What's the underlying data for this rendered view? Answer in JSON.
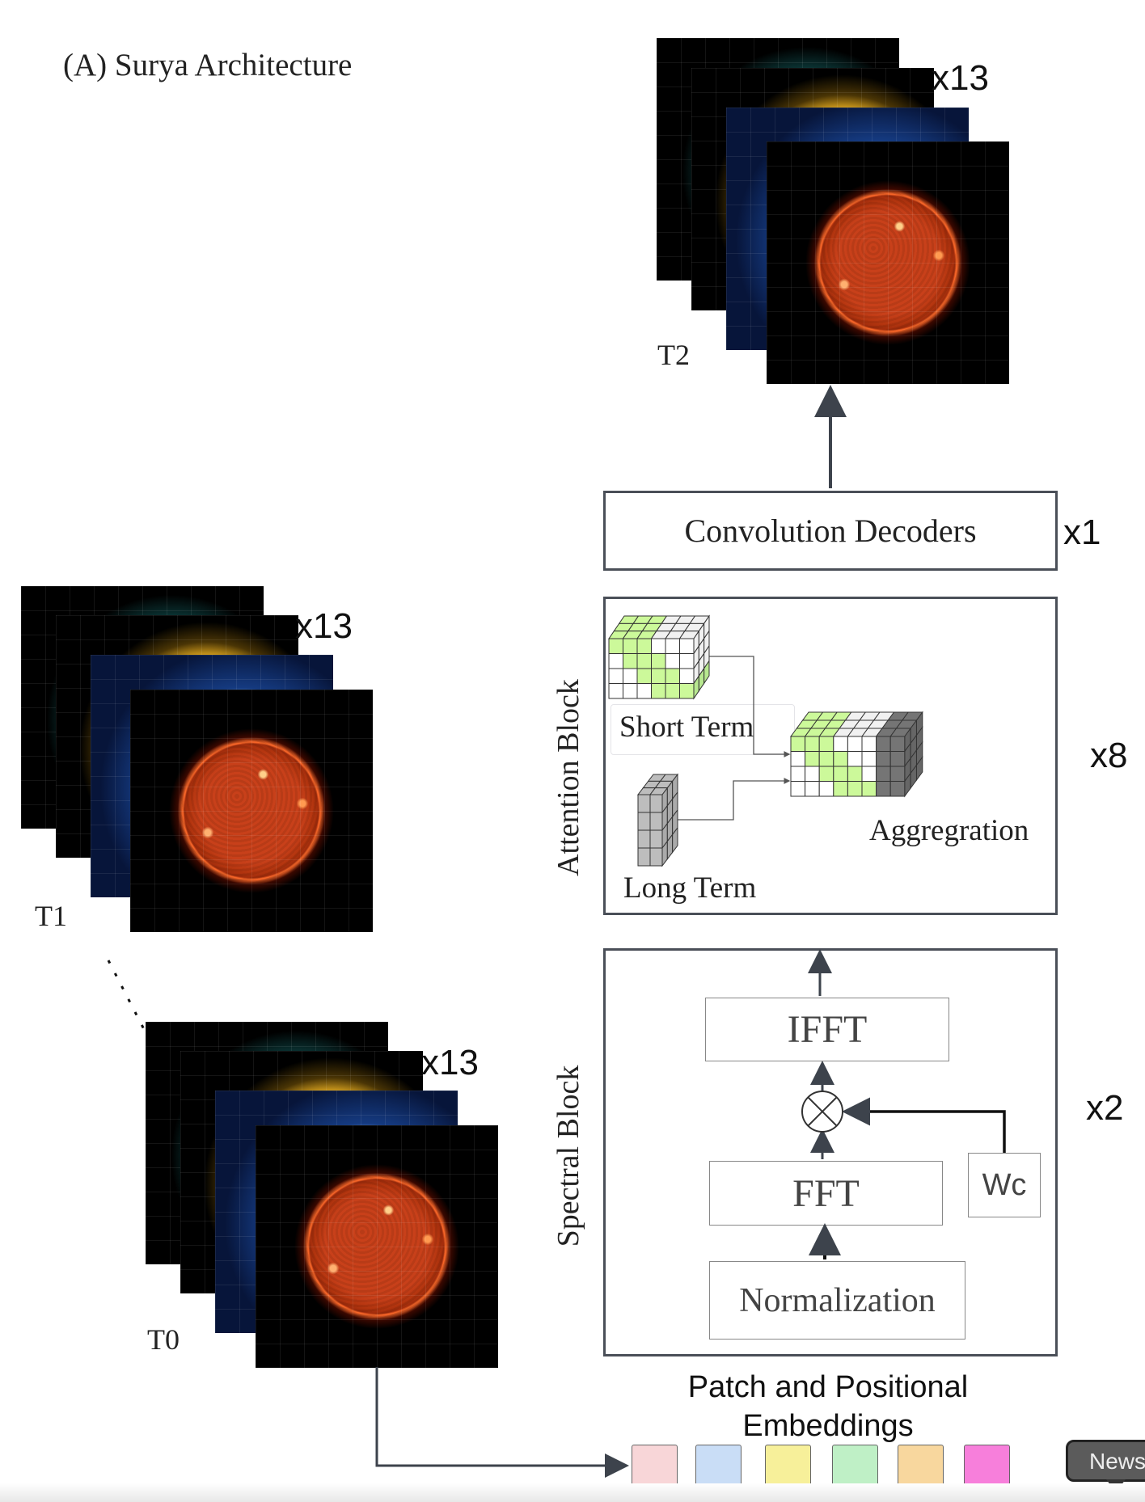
{
  "title": "(A) Surya Architecture",
  "stacks": [
    {
      "time_label": "T2",
      "multiplier": "x13"
    },
    {
      "time_label": "T1",
      "multiplier": "x13"
    },
    {
      "time_label": "T0",
      "multiplier": "x13"
    }
  ],
  "decoder": {
    "label": "Convolution Decoders",
    "multiplier": "x1"
  },
  "attention": {
    "title": "Attention Block",
    "short_term": "Short Term",
    "long_term": "Long Term",
    "aggregation": "Aggregration",
    "multiplier": "x8"
  },
  "spectral": {
    "title": "Spectral  Block",
    "ifft": "IFFT",
    "fft": "FFT",
    "normalization": "Normalization",
    "weights": "Wc",
    "multiplier": "x2"
  },
  "embeddings": {
    "label_line1": "Patch and Positional",
    "label_line2": "Embeddings",
    "colors": [
      "#f8d6d8",
      "#c9ddf6",
      "#f7f09a",
      "#bff0c6",
      "#f8d79e",
      "#f77fdb"
    ]
  },
  "tooltip": {
    "label": "News"
  }
}
